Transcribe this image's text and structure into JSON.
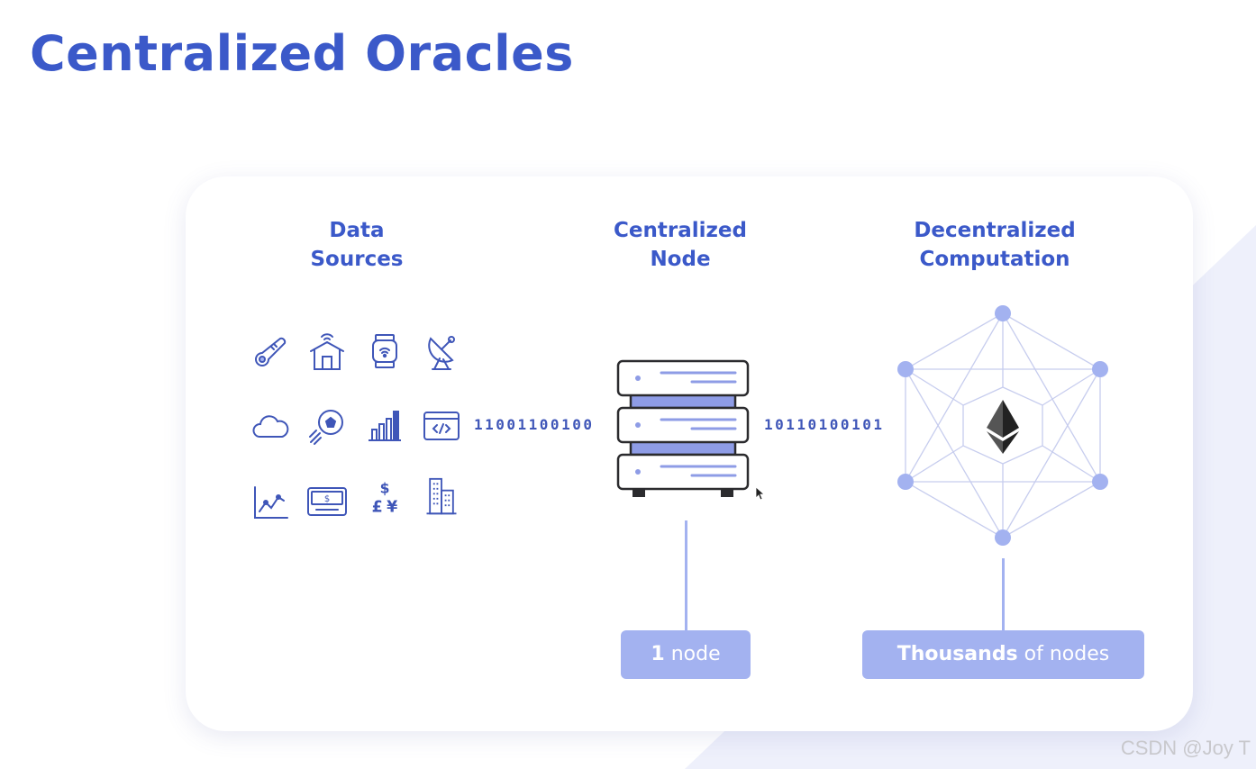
{
  "slide": {
    "title": "Centralized Oracles"
  },
  "columns": {
    "data_sources": {
      "line1": "Data",
      "line2": "Sources"
    },
    "centralized_node": {
      "line1": "Centralized",
      "line2": "Node"
    },
    "decentralized": {
      "line1": "Decentralized",
      "line2": "Computation"
    }
  },
  "binary": {
    "left": "11001100100",
    "right": "10110100101"
  },
  "data_source_icons": [
    "thermometer-icon",
    "smart-home-icon",
    "smartwatch-icon",
    "satellite-dish-icon",
    "cloud-icon",
    "soccer-ball-icon",
    "bar-chart-icon",
    "code-window-icon",
    "line-chart-icon",
    "payment-card-icon",
    "currency-icon",
    "building-icon"
  ],
  "pills": {
    "one_node": {
      "bold": "1",
      "rest": " node"
    },
    "thousands": {
      "bold": "Thousands",
      "rest": " of nodes"
    }
  },
  "network_icon": "ethereum-icon",
  "watermark": "CSDN @Joy T",
  "colors": {
    "title": "#3b59c9",
    "accent": "#a3b2f0",
    "icon_stroke": "#3f56b8",
    "server_stroke": "#2b2b2e"
  }
}
